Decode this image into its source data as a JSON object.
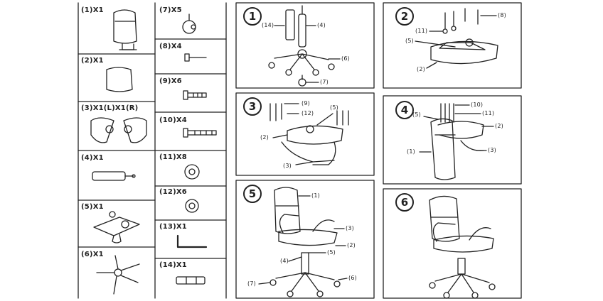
{
  "parts": [
    {
      "label": "(1)X1"
    },
    {
      "label": "(7)X5"
    },
    {
      "label": "(8)X4"
    },
    {
      "label": "(2)X1"
    },
    {
      "label": "(9)X6"
    },
    {
      "label": "(3)X1(L)X1(R)"
    },
    {
      "label": "(10)X4"
    },
    {
      "label": "(4)X1"
    },
    {
      "label": "(11)X8"
    },
    {
      "label": "(12)X6"
    },
    {
      "label": "(5)X1"
    },
    {
      "label": "(13)X1"
    },
    {
      "label": "(6)X1"
    },
    {
      "label": "(14)X1"
    }
  ],
  "steps": [
    {
      "num": "1",
      "callouts": [
        "(14)",
        "(4)",
        "(6)",
        "(7)"
      ]
    },
    {
      "num": "2",
      "callouts": [
        "(8)",
        "(11)",
        "(5)",
        "(2)"
      ]
    },
    {
      "num": "3",
      "callouts": [
        "(9)",
        "(12)",
        "(5)",
        "(2)",
        "(3)"
      ]
    },
    {
      "num": "4",
      "callouts": [
        "(10)",
        "(5)",
        "(11)",
        "(2)",
        "(1)",
        "(3)"
      ]
    },
    {
      "num": "5",
      "callouts": [
        "(1)",
        "(3)",
        "(2)",
        "(5)",
        "(4)",
        "(7)",
        "(6)"
      ]
    },
    {
      "num": "6",
      "callouts": []
    }
  ]
}
